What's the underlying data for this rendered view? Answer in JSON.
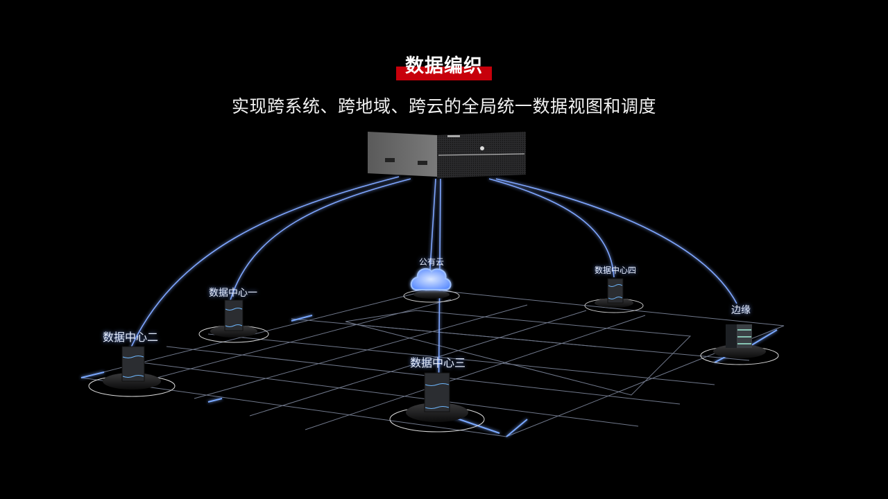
{
  "header": {
    "title": "数据编织",
    "subtitle": "实现跨系统、跨地域、跨云的全局统一数据视图和调度",
    "accent_color": "#c7000b"
  },
  "hub": {
    "name": "storage-server",
    "icon": "server-rack-icon"
  },
  "nodes": [
    {
      "label": "公有云",
      "icon": "cloud-icon"
    },
    {
      "label": "数据中心一",
      "icon": "datacenter-icon"
    },
    {
      "label": "数据中心二",
      "icon": "datacenter-icon"
    },
    {
      "label": "数据中心三",
      "icon": "datacenter-icon"
    },
    {
      "label": "数据中心四",
      "icon": "datacenter-icon"
    },
    {
      "label": "边缘",
      "icon": "edge-device-icon"
    }
  ],
  "colors": {
    "background": "#000000",
    "link_glow": "#6f9bff",
    "grid_line": "#9aa6c0"
  }
}
